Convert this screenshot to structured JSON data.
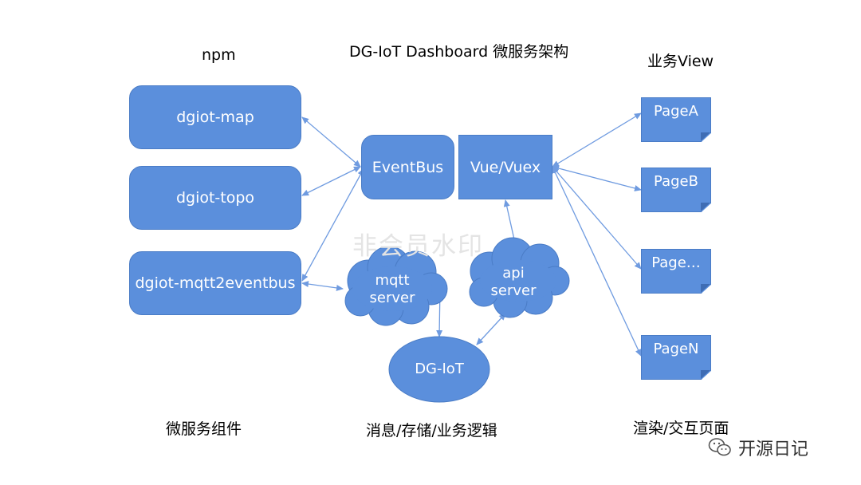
{
  "title": "DG-IoT Dashboard 微服务架构",
  "headers": {
    "npm": "npm",
    "view": "业务View"
  },
  "npm_components": [
    "dgiot-map",
    "dgiot-topo",
    "dgiot-mqtt2eventbus"
  ],
  "middle": {
    "eventbus": "EventBus",
    "vuex": "Vue/Vuex"
  },
  "clouds": {
    "mqtt": {
      "line1": "mqtt",
      "line2": "server"
    },
    "api": {
      "line1": "api",
      "line2": "server"
    }
  },
  "core": "DG-IoT",
  "pages": [
    "PageA",
    "PageB",
    "Page…",
    "PageN"
  ],
  "captions": {
    "left": "微服务组件",
    "middle": "消息/存储/业务逻辑",
    "right": "渲染/交互页面"
  },
  "watermark": "非会员水印",
  "brand": {
    "text": "开源日记",
    "icon": "wechat-icon"
  },
  "colors": {
    "node_fill": "#5b8fdc",
    "connector": "#6f9be0"
  }
}
